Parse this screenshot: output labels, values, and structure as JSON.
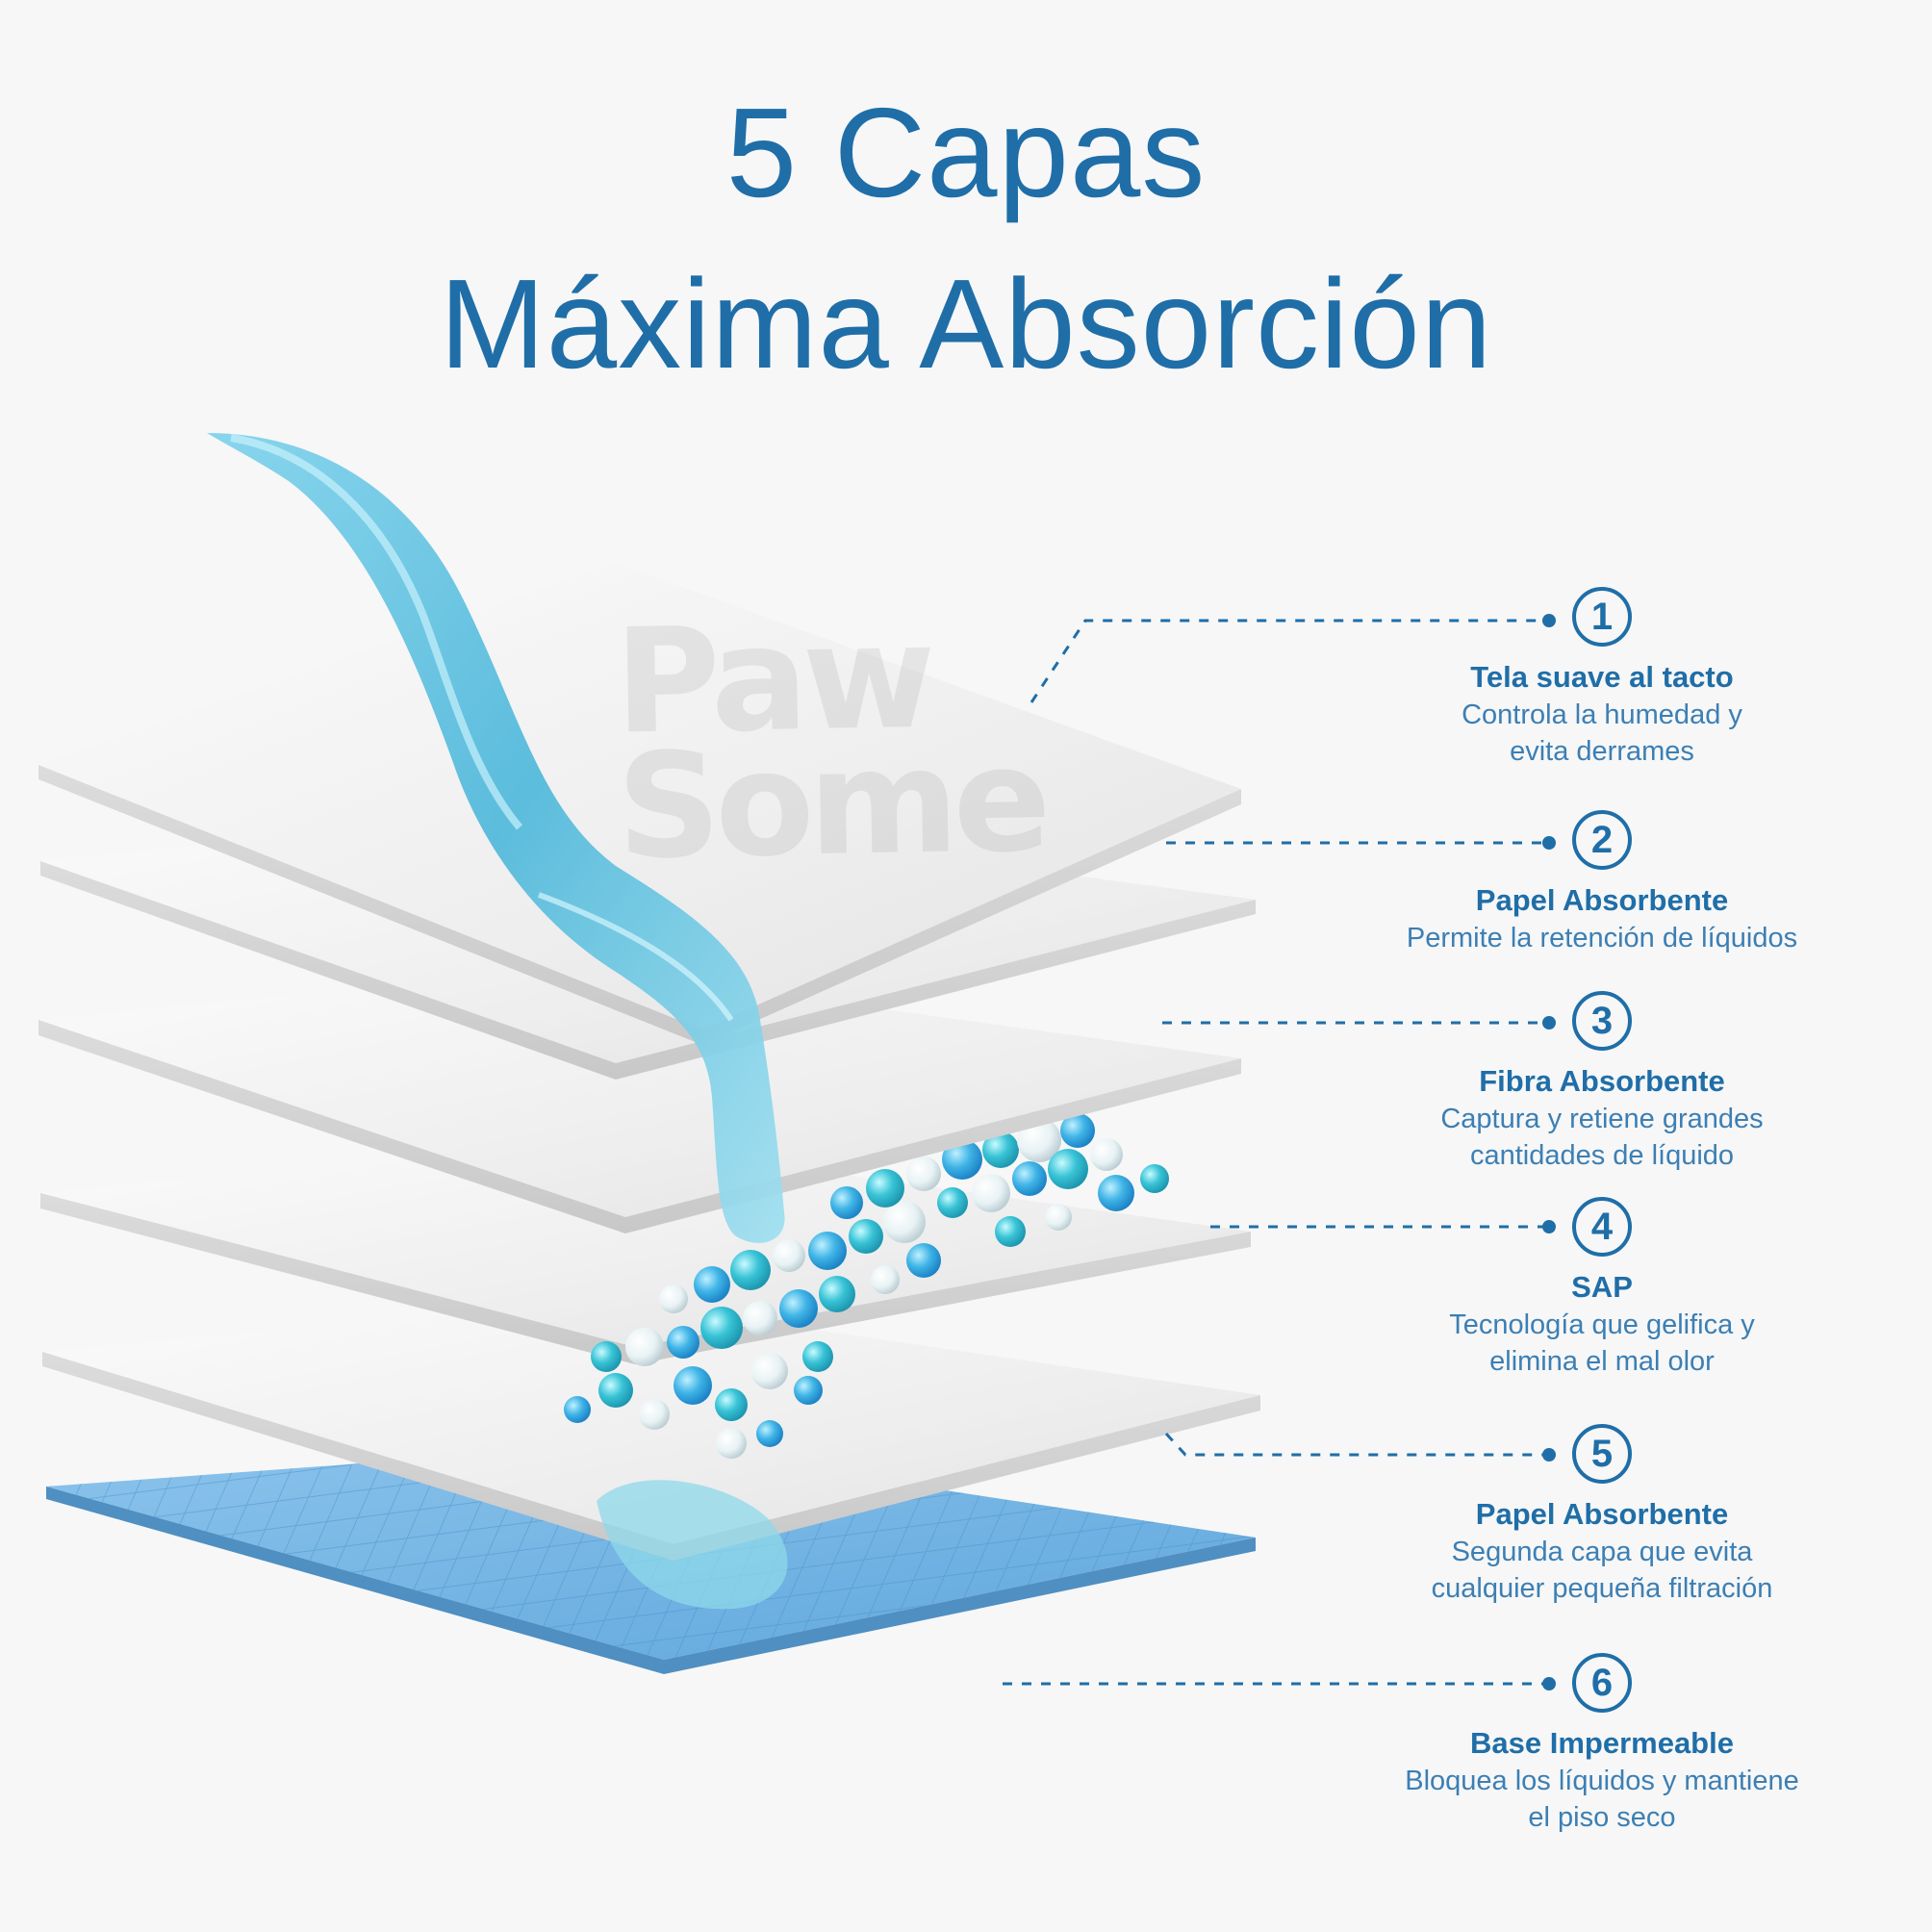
{
  "title": {
    "line1": "5 Capas",
    "line2": "Máxima Absorción"
  },
  "watermark": {
    "line1": "Paw",
    "line2": "Some"
  },
  "layers": [
    {
      "number": "1",
      "title": "Tela suave al tacto",
      "description_lines": [
        "Controla la humedad y",
        "evita derrames"
      ]
    },
    {
      "number": "2",
      "title": "Papel Absorbente",
      "description_lines": [
        "Permite la retención de líquidos"
      ]
    },
    {
      "number": "3",
      "title": "Fibra Absorbente",
      "description_lines": [
        "Captura y retiene grandes",
        "cantidades de líquido"
      ]
    },
    {
      "number": "4",
      "title": "SAP",
      "description_lines": [
        "Tecnología que gelifica y",
        "elimina el mal olor"
      ]
    },
    {
      "number": "5",
      "title": "Papel Absorbente",
      "description_lines": [
        "Segunda capa que evita",
        "cualquier pequeña filtración"
      ]
    },
    {
      "number": "6",
      "title": "Base Impermeable",
      "description_lines": [
        "Bloquea los líquidos y mantiene",
        "el piso seco"
      ]
    }
  ],
  "colors": {
    "accent": "#1f6ea8",
    "background": "#f7f7f7",
    "liquid": "#5cc3e0",
    "base_layer": "#6fb1e0",
    "sheet": "#f0f0f0"
  }
}
